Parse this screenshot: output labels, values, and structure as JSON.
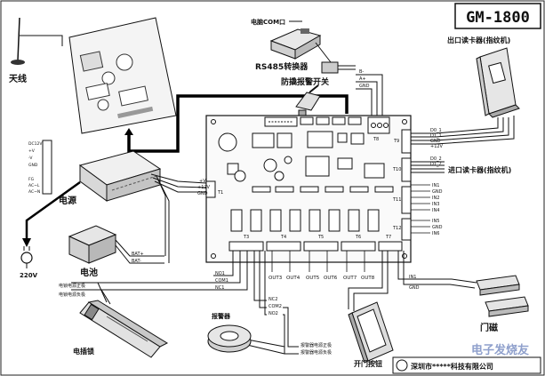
{
  "header": {
    "model": "GM-1800"
  },
  "labels": {
    "antenna": "天线",
    "pc_com": "电脑COM口",
    "rs485": "RS485转换器",
    "tamper": "防撬报警开关",
    "exit_reader": "出口读卡器(指纹机)",
    "entry_reader": "进口读卡器(指纹机)",
    "power": "电源",
    "battery": "电池",
    "mains": "220V",
    "lock": "电插锁",
    "lock_pos": "电锁电源正极",
    "lock_neg": "电锁电源负极",
    "alarm": "报警器",
    "alarm_pos": "报警器电源正极",
    "alarm_neg": "报警器电源负极",
    "exit_button": "开门按钮",
    "door_sensor": "门磁",
    "footer": "深圳市*****科技有限公司",
    "watermark": "电子发烧友"
  },
  "terminals": {
    "bat_pos": "BAT+",
    "bat_neg": "BAT-",
    "plus12": "+12V",
    "gnd": "GND",
    "plus_v": "+V",
    "t1": "T1",
    "t3": "T3",
    "t4": "T4",
    "t5": "T5",
    "t6": "T6",
    "t7": "T7",
    "t8": "T8",
    "t9": "T9",
    "t10": "T10",
    "t11": "T11",
    "t12": "T12",
    "nc1": "NC1",
    "com1": "COM1",
    "no1": "NO1",
    "nc2": "NC2",
    "com2": "COM2",
    "no2": "NO2",
    "out3": "OUT3",
    "out4": "OUT4",
    "out5": "OUT5",
    "out6": "OUT6",
    "out7": "OUT7",
    "out8": "OUT8",
    "in1": "IN1",
    "in2": "IN2",
    "in3": "IN3",
    "in4": "IN4",
    "in5": "IN5",
    "in6": "IN6",
    "d0_1": "D0_1",
    "d1_1": "D1_1",
    "d0_2": "D0_2",
    "d1_2": "D1_2",
    "b_minus": "B-",
    "a_plus": "A+",
    "gnd2": "GND",
    "ac1": "AC~L",
    "ac2": "AC~N",
    "fg": "FG",
    "dc_out": "DC12V",
    "out_plus": "+V",
    "out_minus": "-V"
  }
}
